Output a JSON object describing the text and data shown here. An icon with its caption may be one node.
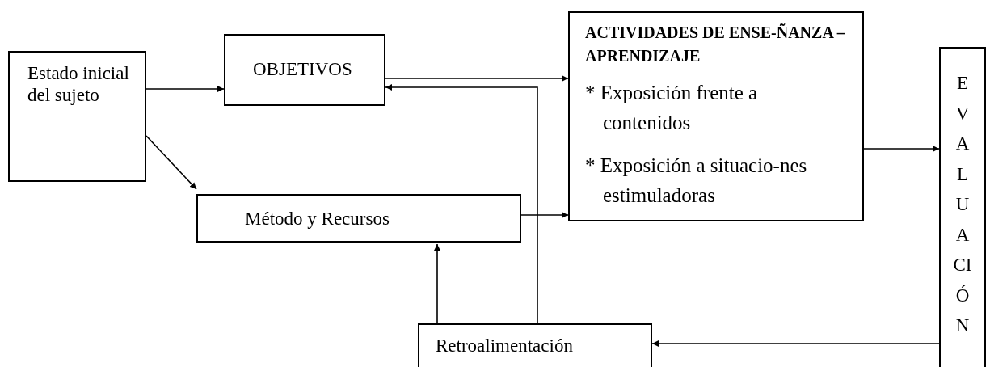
{
  "diagram": {
    "nodes": [
      {
        "text": [
          "Estado inicial del sujeto"
        ]
      },
      {
        "text": [
          "OBJETIVOS"
        ]
      },
      {
        "text": [
          "Método y Recursos"
        ]
      },
      {
        "text": [
          "ACTIVIDADES DE ENSE-ÑANZA – APRENDIZAJE",
          "* Exposición frente a contenidos",
          "* Exposición a situacio-nes estimuladoras"
        ]
      },
      {
        "text": [
          "EVALUACIÓN"
        ]
      },
      {
        "text": [
          "Retroalimentación"
        ]
      }
    ],
    "edges": [
      {
        "from": 0,
        "to": 1,
        "arrow": "to"
      },
      {
        "from": 0,
        "to": 2,
        "arrow": "to"
      },
      {
        "from": 1,
        "to": 3,
        "arrow": "to"
      },
      {
        "from": 2,
        "to": 3,
        "arrow": "to"
      },
      {
        "from": 3,
        "to": 4,
        "arrow": "to"
      },
      {
        "from": 4,
        "to": 5,
        "arrow": "to"
      },
      {
        "from": 5,
        "to": 2,
        "arrow": "to"
      },
      {
        "from": 5,
        "to": 1,
        "arrow": "to"
      }
    ]
  }
}
